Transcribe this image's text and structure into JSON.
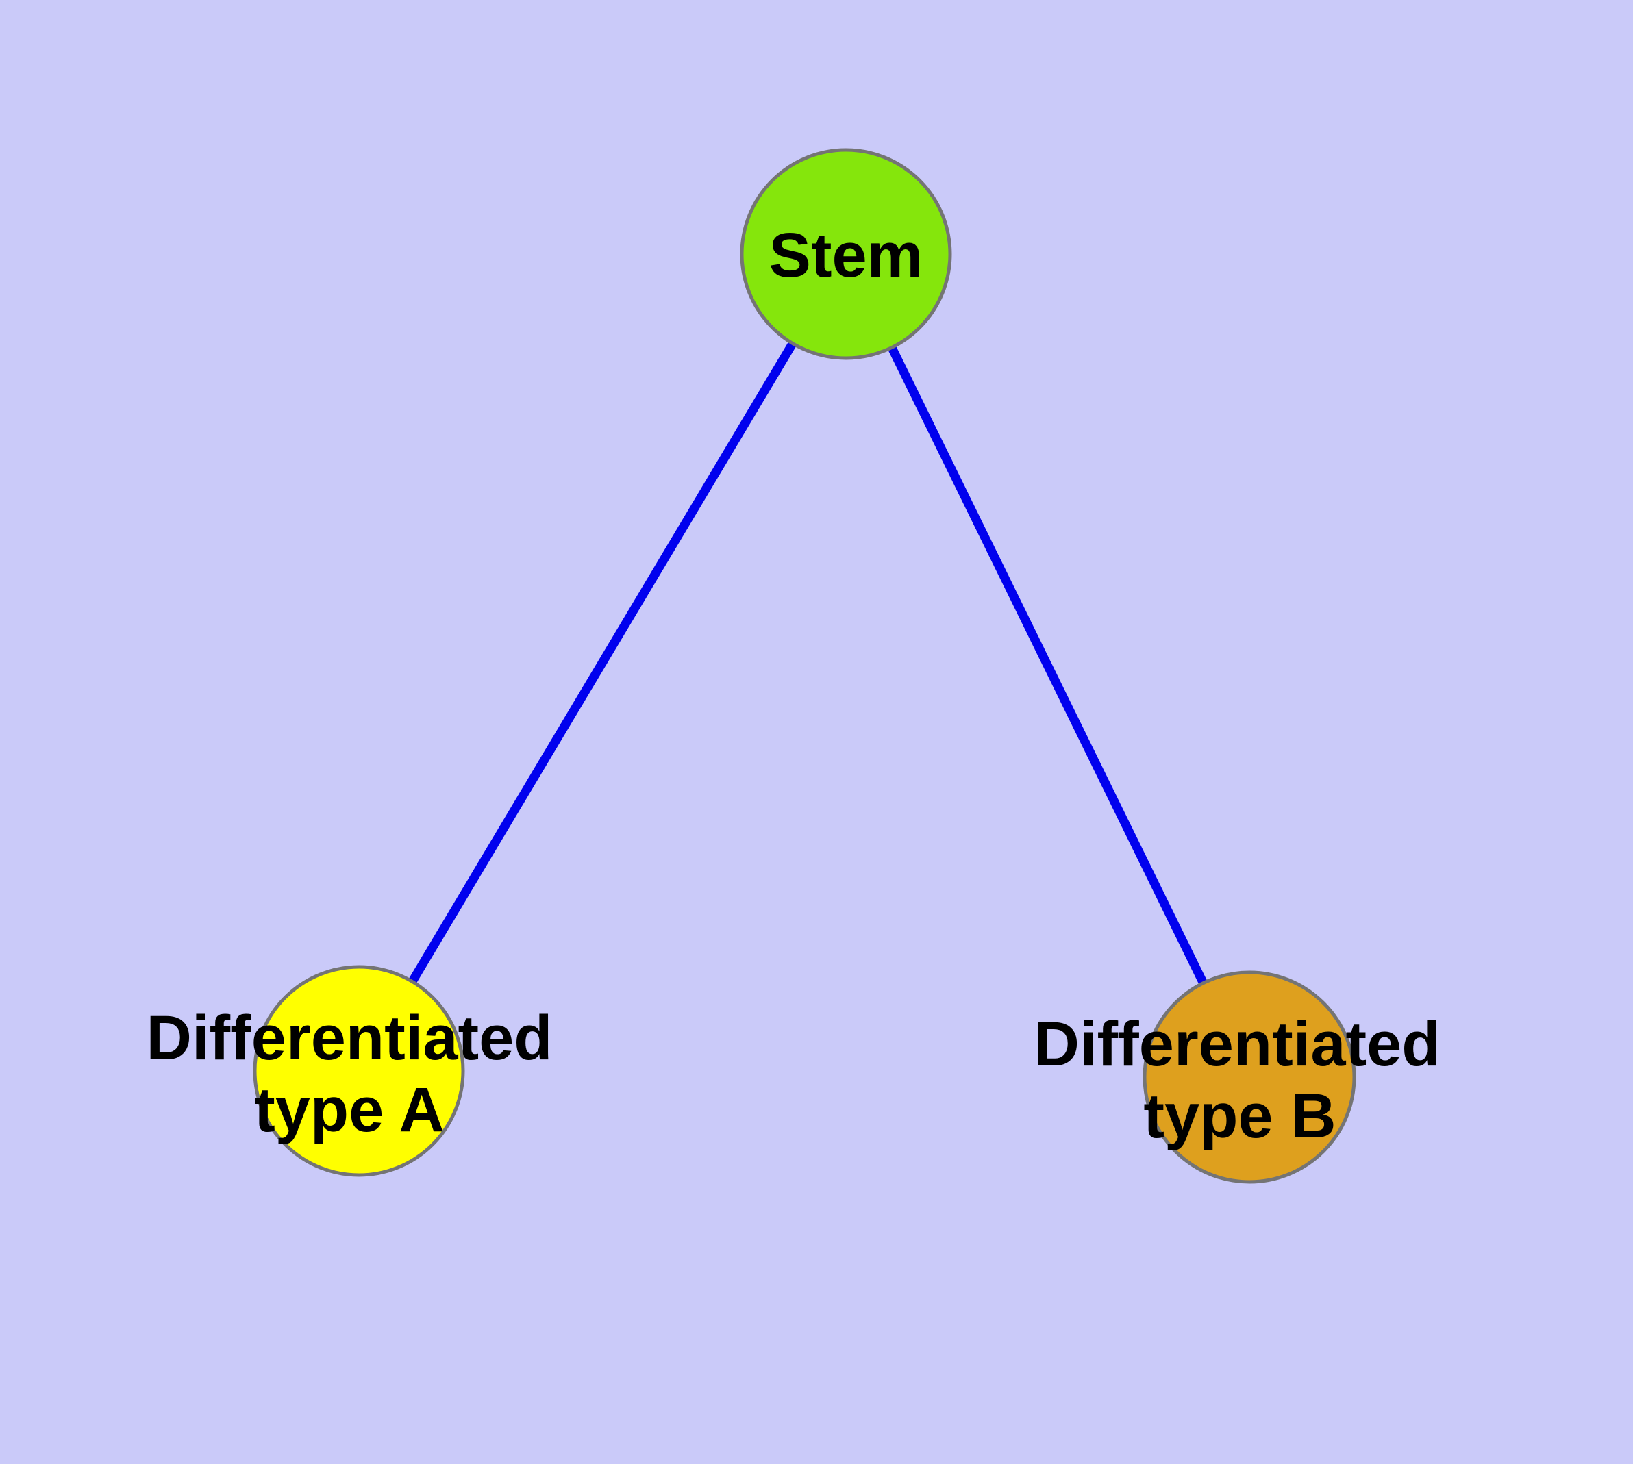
{
  "diagram": {
    "type": "graph",
    "background_color": "#cacaf9",
    "node_border_color": "#747474",
    "edge_color": "#0101ee",
    "label_color": "#000000",
    "nodes": [
      {
        "id": "stem",
        "label": "Stem",
        "label_line1": "Stem",
        "label_line2": "",
        "color": "#85e60c"
      },
      {
        "id": "typeA",
        "label": "Differentiated type A",
        "label_line1": "Differentiated",
        "label_line2": "type A",
        "color": "#ffff00"
      },
      {
        "id": "typeB",
        "label": "Differentiated type B",
        "label_line1": "Differentiated",
        "label_line2": "type B",
        "color": "#dea01e"
      }
    ],
    "edges": [
      {
        "from": "stem",
        "to": "typeA"
      },
      {
        "from": "stem",
        "to": "typeB"
      }
    ]
  }
}
